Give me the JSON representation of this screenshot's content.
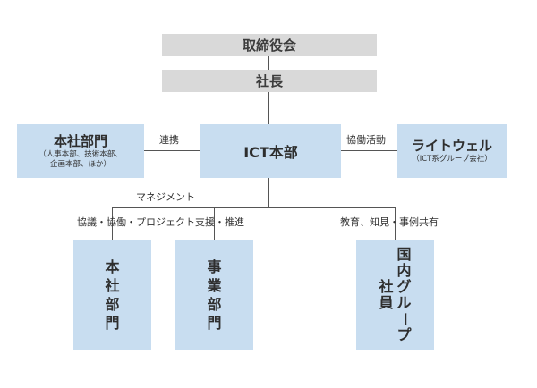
{
  "board": "取締役会",
  "president": "社長",
  "ict": "ICT本部",
  "hq": {
    "title": "本社部門",
    "sub1": "（人事本部、技術本部、",
    "sub2": "企画本部、ほか）"
  },
  "lite": {
    "title": "ライトウェル",
    "sub": "（ICT系グループ会社）"
  },
  "labels": {
    "renkei": "連携",
    "kyodo": "協働活動",
    "management": "マネジメント",
    "left_branch": "協議・協働・プロジェクト支援・推進",
    "right_branch": "教育、知見・事例共有"
  },
  "bottom": {
    "hq_lines": [
      "本",
      "社",
      "部",
      "門"
    ],
    "biz_lines": [
      "事",
      "業",
      "部",
      "門"
    ],
    "group_col1": [
      "国",
      "内",
      "グ",
      "ル",
      "ー",
      "プ"
    ],
    "group_col2": [
      "社",
      "員"
    ]
  }
}
